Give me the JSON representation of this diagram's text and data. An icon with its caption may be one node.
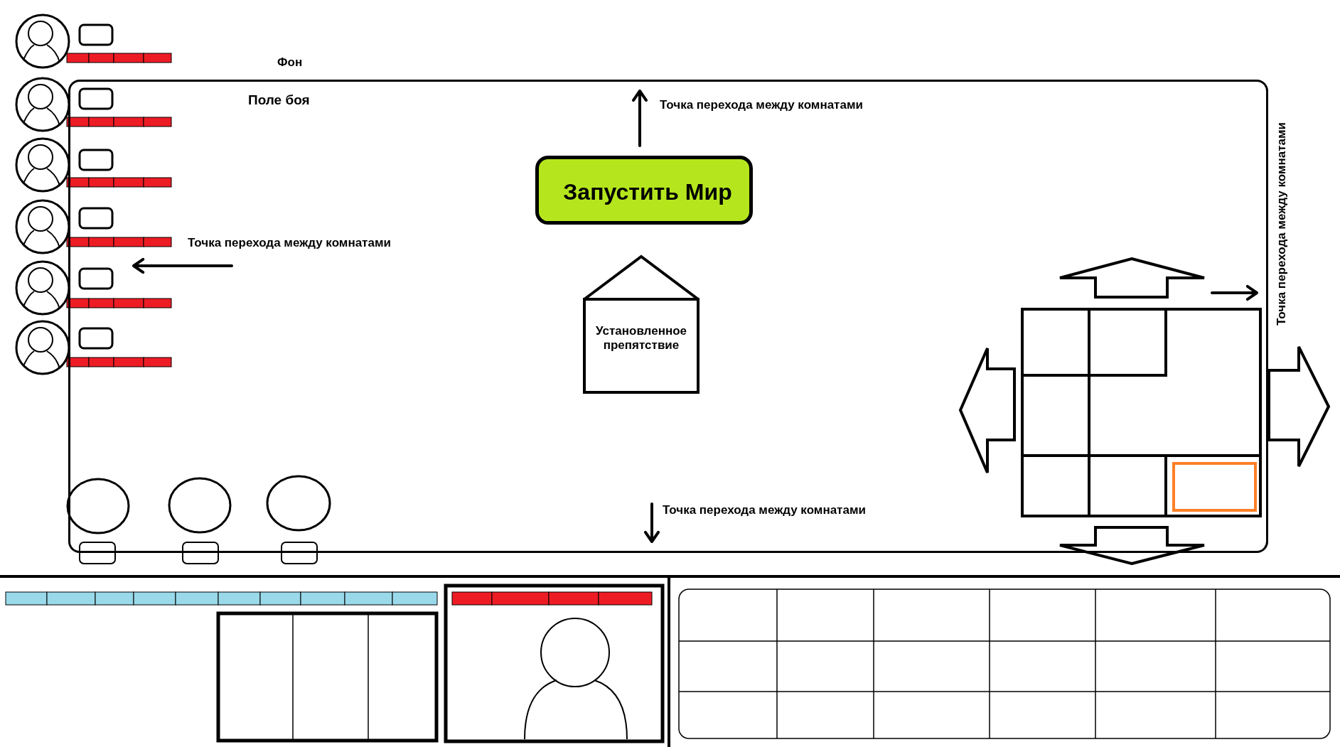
{
  "diagram": {
    "nodes": [
      {
        "text": [
          "Поле боя"
        ]
      },
      {
        "text": [
          "Запустить Мир"
        ],
        "in": 0
      },
      {
        "text": [
          "Установленное препятствие"
        ],
        "in": 0
      }
    ],
    "labels": [
      "Фон",
      "Точка перехода между комнатами",
      "Точка перехода между комнатами",
      "Точка перехода между комнатами",
      "Точка перехода между комнатами"
    ]
  }
}
